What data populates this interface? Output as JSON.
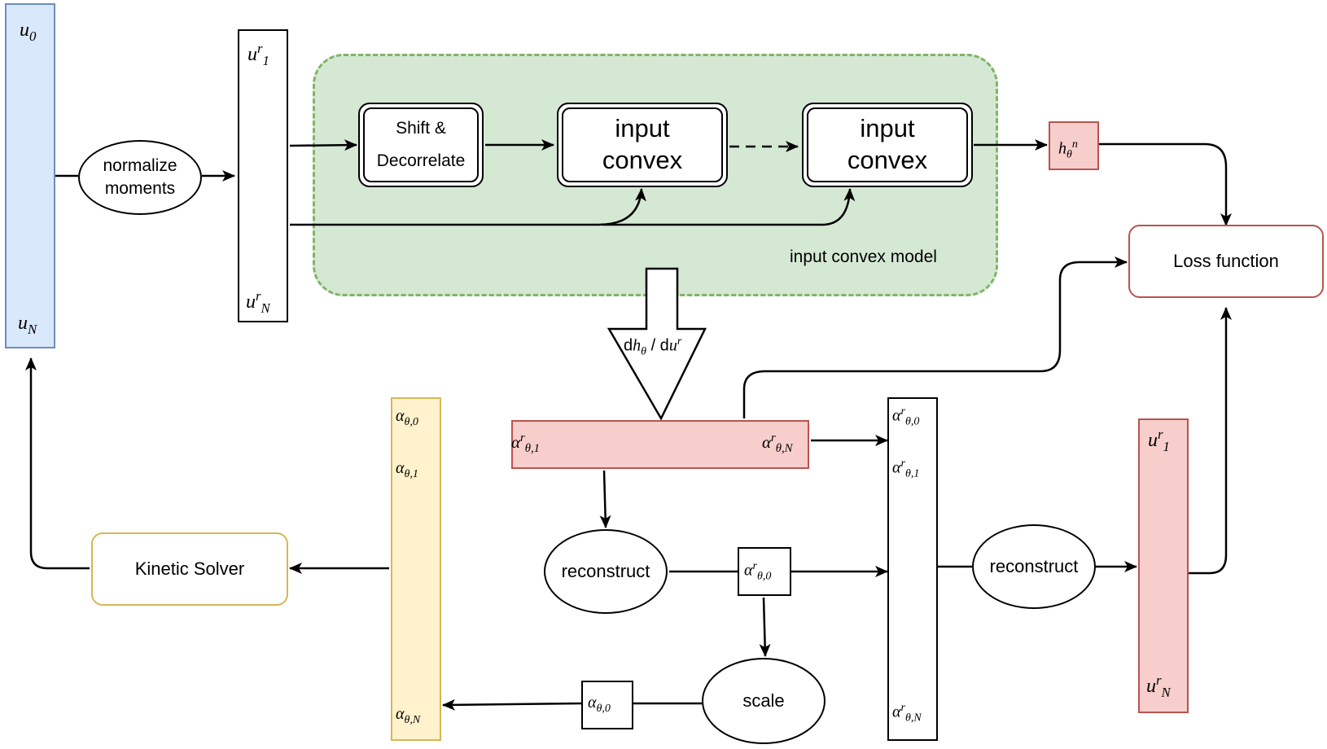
{
  "nodes": {
    "u_vector": {
      "top": "u",
      "top_sub": "0",
      "bottom": "u",
      "bottom_sub": "N"
    },
    "normalize": {
      "line1": "normalize",
      "line2": "moments"
    },
    "ur_vector": {
      "top": "u",
      "top_sup": "r",
      "top_sub": "1",
      "bottom": "u",
      "bottom_sup": "r",
      "bottom_sub": "N"
    },
    "model_group": {
      "label": "input convex model"
    },
    "shift": {
      "line1": "Shift &",
      "line2": "Decorrelate"
    },
    "icnn1": {
      "line1": "input",
      "line2": "convex"
    },
    "icnn2": {
      "line1": "input",
      "line2": "convex"
    },
    "h_theta": {
      "base": "h",
      "sub": "θ",
      "sup": "n"
    },
    "loss": {
      "label": "Loss function"
    },
    "gradient": {
      "text_d1": "d",
      "h": "h",
      "h_sub": "θ",
      "slash": " / d",
      "u": "u",
      "u_sup": "r"
    },
    "alpha_red": {
      "left_base": "α",
      "left_sup": "r",
      "left_sub": "θ,1",
      "right_base": "α",
      "right_sup": "r",
      "right_sub": "θ,N"
    },
    "reconstruct1": {
      "label": "reconstruct"
    },
    "reconstruct2": {
      "label": "reconstruct"
    },
    "alpha_r0_box": {
      "base": "α",
      "sup": "r",
      "sub": "θ,0"
    },
    "scale": {
      "label": "scale"
    },
    "alpha0_box": {
      "base": "α",
      "sub": "θ,0"
    },
    "alpha_r_vector": {
      "items": [
        {
          "base": "α",
          "sup": "r",
          "sub": "θ,0"
        },
        {
          "base": "α",
          "sup": "r",
          "sub": "θ,1"
        },
        {
          "base": "α",
          "sup": "r",
          "sub": "θ,N"
        }
      ]
    },
    "alpha_vector": {
      "items": [
        {
          "base": "α",
          "sub": "θ,0"
        },
        {
          "base": "α",
          "sub": "θ,1"
        },
        {
          "base": "α",
          "sub": "θ,N"
        }
      ]
    },
    "kinetic": {
      "label": "Kinetic Solver"
    },
    "ur_red_vector": {
      "top": "u",
      "top_sup": "r",
      "top_sub": "1",
      "bottom": "u",
      "bottom_sup": "r",
      "bottom_sub": "N"
    }
  },
  "colors": {
    "blue_fill": "#dae8fc",
    "blue_stroke": "#6c8ebf",
    "green_fill": "#d5e8d4",
    "green_stroke": "#82b366",
    "red_fill": "#f8cecc",
    "red_stroke": "#b85450",
    "yellow_fill": "#fff2cc",
    "yellow_stroke": "#d6b656"
  }
}
